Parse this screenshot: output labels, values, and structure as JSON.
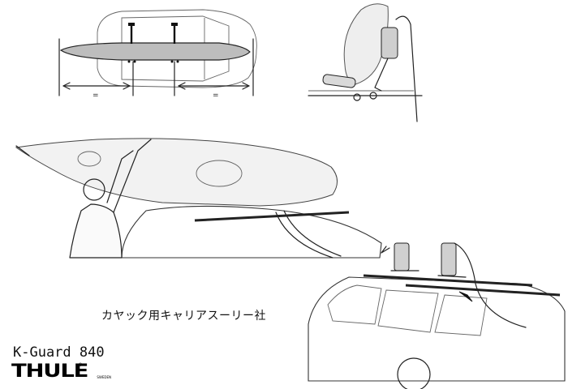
{
  "caption": "カヤック用キャリアスーリー社",
  "model": "K-Guard 840",
  "logo": {
    "wordmark": "THULE",
    "sub": "SWEDEN",
    "reg": "®"
  },
  "dimensions": {
    "left_label": "=",
    "right_label": "="
  }
}
